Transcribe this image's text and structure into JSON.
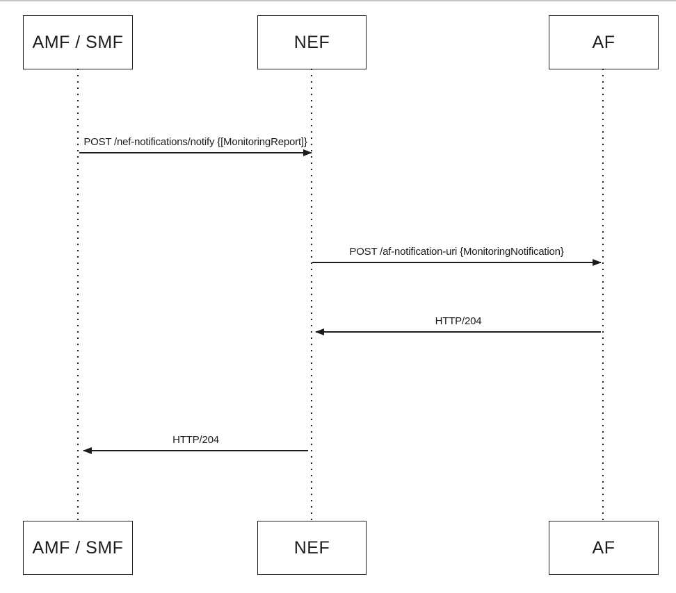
{
  "diagram": {
    "type": "sequence-diagram",
    "participants": [
      {
        "id": "amf-smf",
        "name": "AMF / SMF"
      },
      {
        "id": "nef",
        "name": "NEF"
      },
      {
        "id": "af",
        "name": "AF"
      }
    ],
    "messages": [
      {
        "from": "AMF / SMF",
        "to": "NEF",
        "direction": "right",
        "label": "POST /nef-notifications/notify {[MonitoringReport]}"
      },
      {
        "from": "NEF",
        "to": "AF",
        "direction": "right",
        "label": "POST /af-notification-uri {MonitoringNotification}"
      },
      {
        "from": "AF",
        "to": "NEF",
        "direction": "left",
        "label": "HTTP/204"
      },
      {
        "from": "NEF",
        "to": "AMF / SMF",
        "direction": "left",
        "label": "HTTP/204"
      }
    ],
    "colors": {
      "background": "#ffffff",
      "line": "#1c1c1c",
      "top_rule": "#c4c4c4"
    }
  }
}
